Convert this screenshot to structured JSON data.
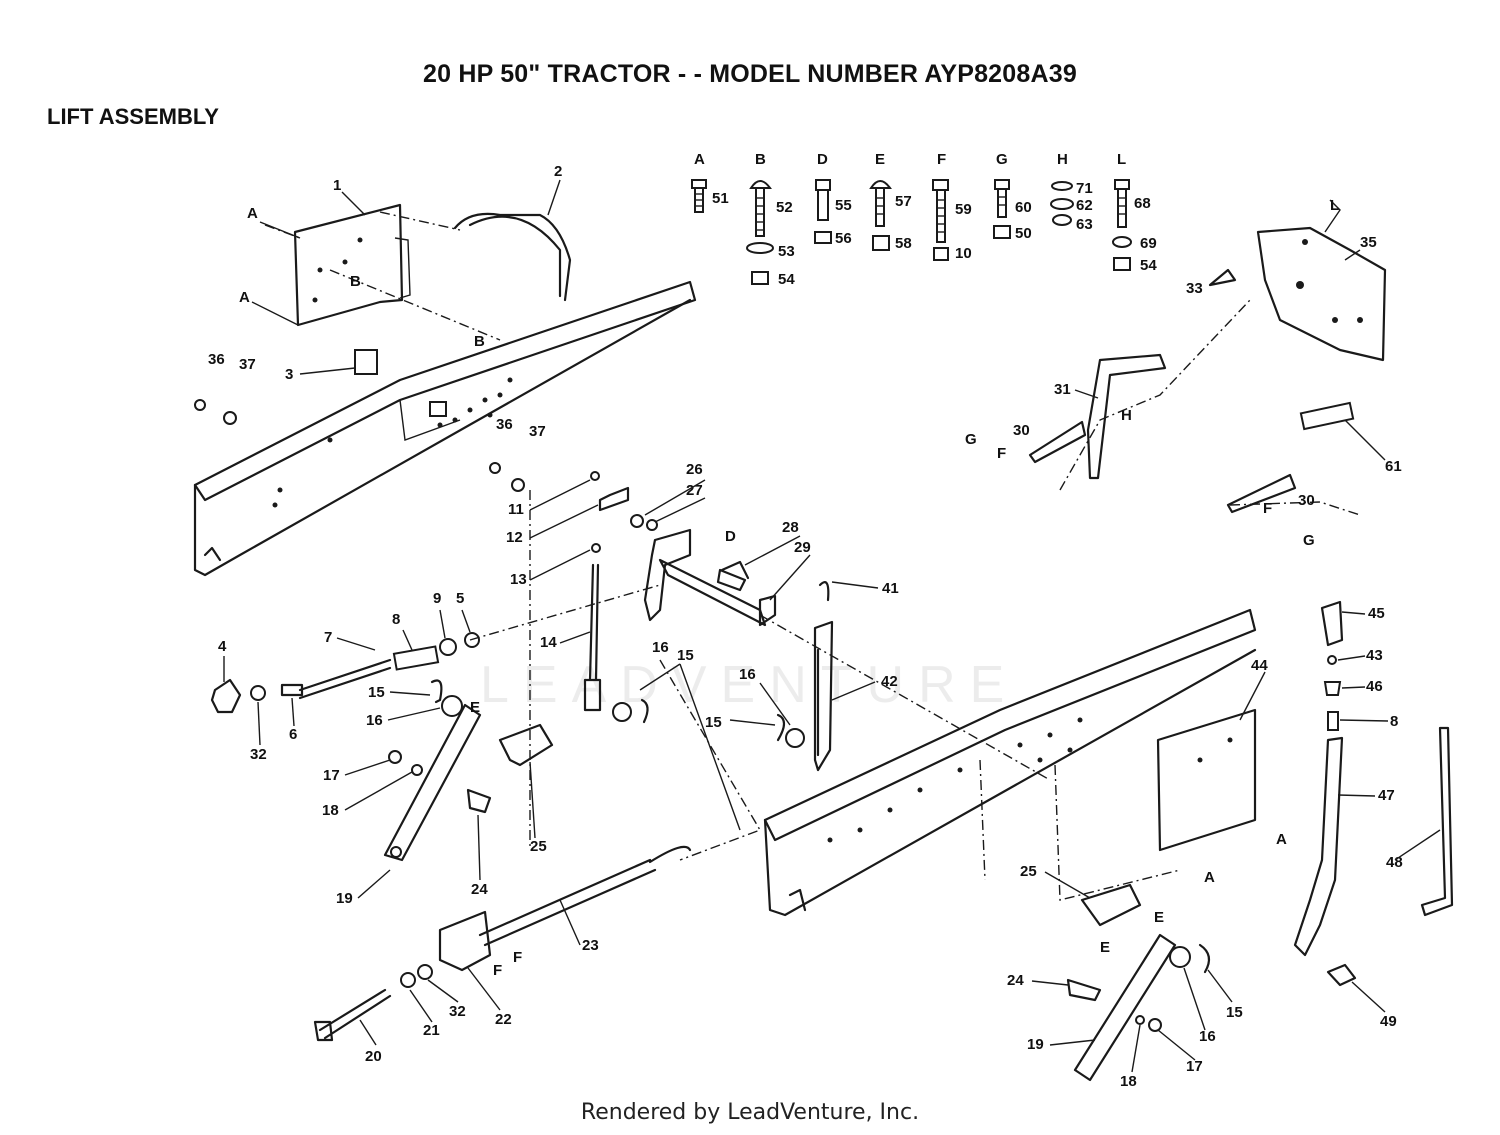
{
  "header": {
    "title": "20 HP 50\" TRACTOR - - MODEL NUMBER AYP8208A39",
    "section": "LIFT ASSEMBLY"
  },
  "footer": {
    "text": "Rendered by LeadVenture, Inc."
  },
  "watermark": {
    "text": "LEADVENTURE"
  },
  "hardware_kits": [
    {
      "key": "A",
      "parts": [
        "51"
      ]
    },
    {
      "key": "B",
      "parts": [
        "52",
        "53",
        "54"
      ]
    },
    {
      "key": "D",
      "parts": [
        "55",
        "56"
      ]
    },
    {
      "key": "E",
      "parts": [
        "57",
        "58"
      ]
    },
    {
      "key": "F",
      "parts": [
        "59",
        "10"
      ]
    },
    {
      "key": "G",
      "parts": [
        "60",
        "50"
      ]
    },
    {
      "key": "H",
      "parts": [
        "71",
        "62",
        "63"
      ]
    },
    {
      "key": "L",
      "parts": [
        "68",
        "69",
        "54"
      ]
    }
  ],
  "callouts": [
    "1",
    "2",
    "A",
    "A",
    "B",
    "B",
    "3",
    "36",
    "37",
    "36",
    "37",
    "11",
    "12",
    "13",
    "26",
    "27",
    "D",
    "28",
    "29",
    "41",
    "14",
    "4",
    "7",
    "8",
    "9",
    "5",
    "32",
    "6",
    "15",
    "16",
    "E",
    "16",
    "15",
    "15",
    "16",
    "42",
    "17",
    "18",
    "25",
    "19",
    "24",
    "23",
    "22",
    "F",
    "F",
    "21",
    "32",
    "20",
    "31",
    "30",
    "G",
    "F",
    "H",
    "35",
    "L",
    "33",
    "61",
    "30",
    "F",
    "G",
    "44",
    "A",
    "A",
    "45",
    "43",
    "46",
    "8",
    "47",
    "48",
    "49",
    "25",
    "E",
    "E",
    "24",
    "16",
    "15",
    "19",
    "18",
    "17"
  ]
}
